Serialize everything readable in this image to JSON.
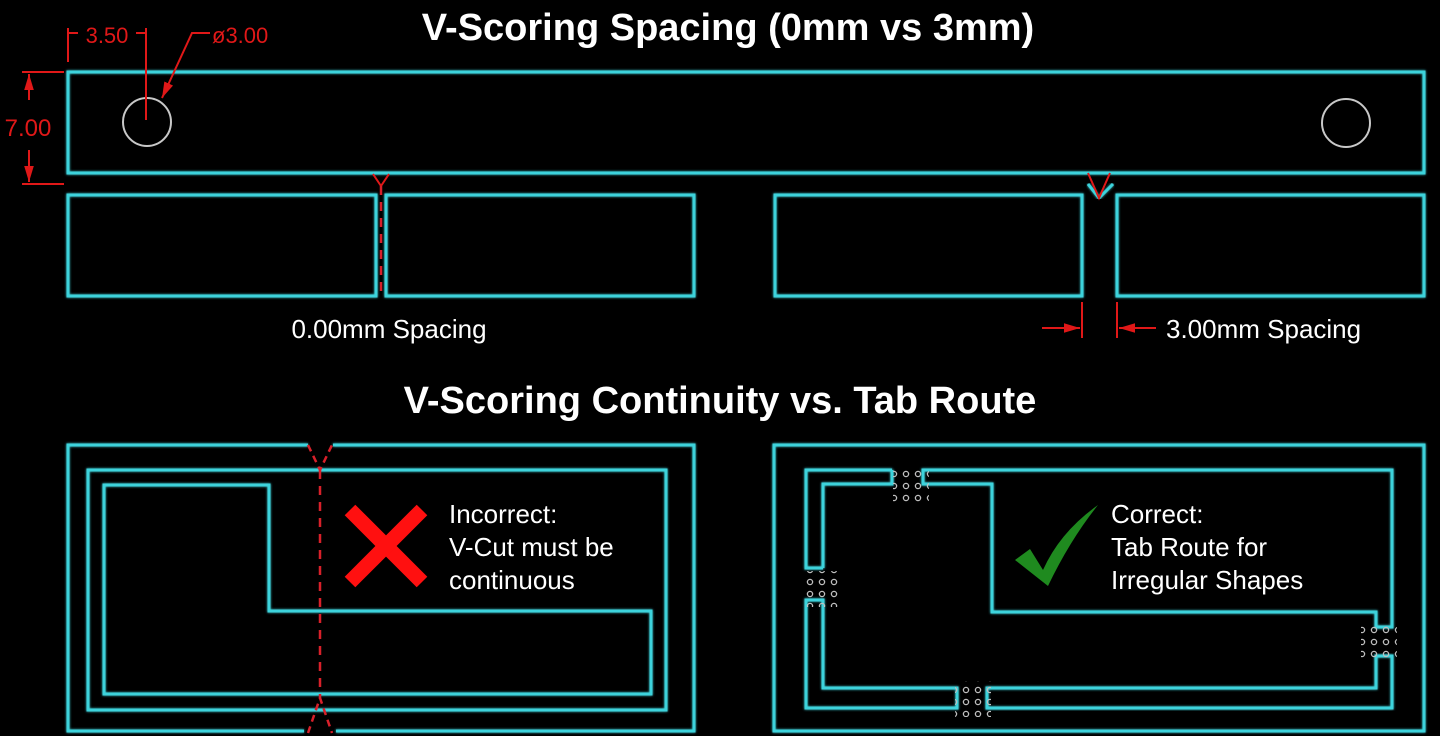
{
  "section_top": {
    "title": "V-Scoring Spacing (0mm vs 3mm)",
    "dimensions": {
      "hole_offset": "3.50",
      "hole_diameter": "ø3.00",
      "rail_height": "7.00"
    },
    "left_label": "0.00mm Spacing",
    "right_label": "3.00mm Spacing"
  },
  "section_bottom": {
    "title": "V-Scoring Continuity vs. Tab Route",
    "incorrect": {
      "line1": "Incorrect:",
      "line2": "V-Cut must be",
      "line3": "continuous",
      "icon": "cross-icon"
    },
    "correct": {
      "line1": "Correct:",
      "line2": "Tab Route for",
      "line3": "Irregular Shapes",
      "icon": "checkmark-icon"
    }
  },
  "colors": {
    "background": "#000000",
    "outline": "#3ed3dc",
    "dimension": "#e01818",
    "vcut": "#d8202a",
    "check": "#1f8a1f",
    "text": "#ffffff"
  }
}
